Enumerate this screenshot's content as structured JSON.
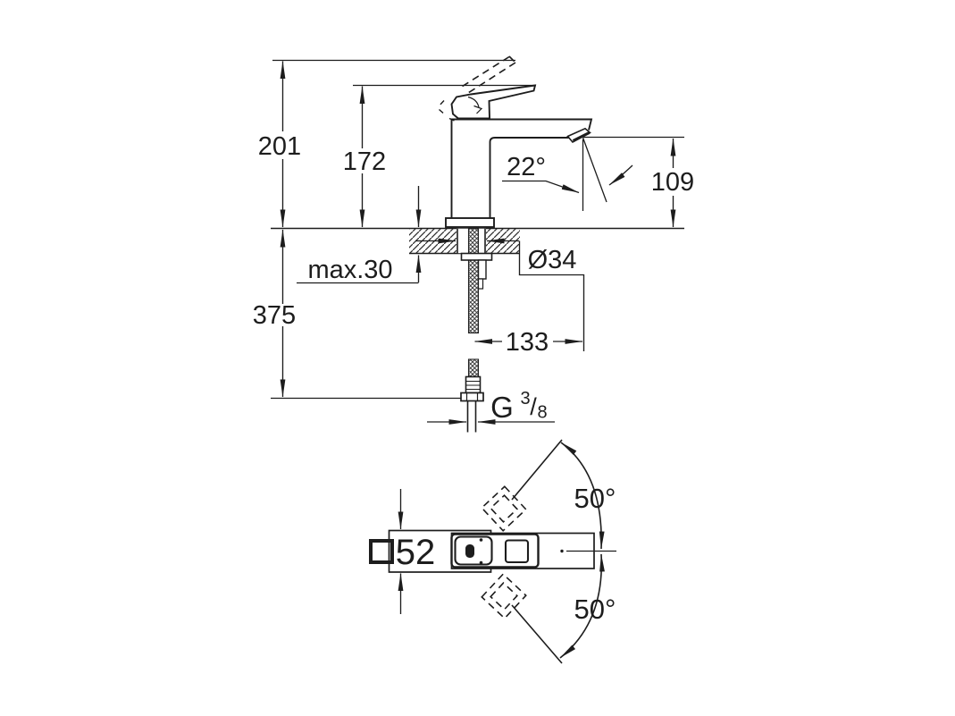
{
  "drawing": {
    "kind": "faucet technical dimension drawing",
    "colors": {
      "line": "#1d1d1d",
      "background": "#ffffff"
    },
    "front_view": {
      "overall_height": "201",
      "handle_height": "172",
      "spout_angle": "22°",
      "spout_outlet_height": "109",
      "max_deck_thickness": "max.30",
      "height_below_deck": "375",
      "hole_diameter": "Ø34",
      "hose_offset": "133",
      "thread_label": {
        "letter": "G",
        "numerator": "3",
        "slash": "/",
        "denominator": "8"
      }
    },
    "top_view": {
      "body_width": "52",
      "handle_swing_upper": "50°",
      "handle_swing_lower": "50°"
    }
  }
}
